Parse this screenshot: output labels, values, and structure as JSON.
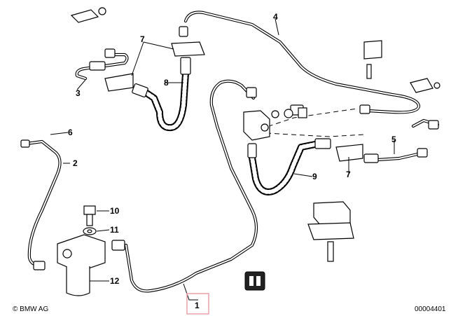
{
  "callouts": {
    "c1": "1",
    "c2": "2",
    "c3": "3",
    "c4": "4",
    "c5": "5",
    "c6": "6",
    "c7a": "7",
    "c7b": "7",
    "c8": "8",
    "c9": "9",
    "c10": "10",
    "c11": "11",
    "c12": "12"
  },
  "footer": {
    "copyright": "© BMW AG",
    "diagram_number": "00004401"
  },
  "colors": {
    "line": "#000000",
    "background": "#ffffff",
    "highlight": "#e8a1a8"
  }
}
